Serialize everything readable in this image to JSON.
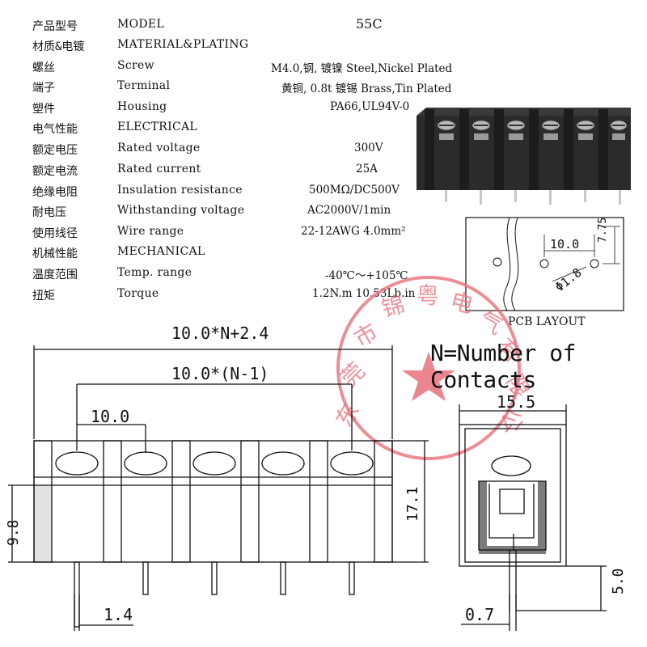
{
  "model_value": "55C",
  "specs": [
    {
      "cn": "产品型号",
      "en": "MODEL",
      "value": ""
    },
    {
      "cn": "材质&电镀",
      "en": "MATERIAL&PLATING",
      "value": ""
    },
    {
      "cn": "螺丝",
      "en": "Screw",
      "value": "M4.0,钢, 镀镍 Steel,Nickel Plated"
    },
    {
      "cn": "端子",
      "en": "Terminal",
      "value": "黄铜, 0.8t 镀锡 Brass,Tin Plated"
    },
    {
      "cn": "塑件",
      "en": "Housing",
      "value": "PA66,UL94V-0"
    },
    {
      "cn": "电气性能",
      "en": "ELECTRICAL",
      "value": ""
    },
    {
      "cn": "额定电压",
      "en": "Rated voltage",
      "value": "300V"
    },
    {
      "cn": "额定电流",
      "en": "Rated current",
      "value": "25A"
    },
    {
      "cn": "绝缘电阻",
      "en": "Insulation resistance",
      "value": "500MΩ/DC500V"
    },
    {
      "cn": "耐电压",
      "en": "Withstanding voltage",
      "value": "AC2000V/1min"
    },
    {
      "cn": "使用线径",
      "en": "Wire range",
      "value": "22-12AWG 4.0mm²"
    },
    {
      "cn": "机械性能",
      "en": "MECHANICAL",
      "value": ""
    },
    {
      "cn": "温度范围",
      "en": "Temp. range",
      "value": "-40℃～+105℃"
    },
    {
      "cn": "扭矩",
      "en": "Torque",
      "value": "1.2N.m  10.53Lb.in"
    }
  ],
  "pcb_layout": {
    "label": "PCB LAYOUT",
    "pitch": "10.0",
    "offset": "7.75",
    "hole": "Φ1.8"
  },
  "legend": "N=Number of Contacts",
  "dims": {
    "overall": "10.0*N+2.4",
    "span": "10.0*(N-1)",
    "pitch": "10.0",
    "height_front": "9.8",
    "height_total": "17.1",
    "pin_width": "1.4",
    "depth": "15.5",
    "pin_length": "5.0",
    "pin_thickness": "0.7"
  },
  "colors": {
    "stamp": "#e8707a",
    "ink": "#111111",
    "housing": "#2a2a2a"
  }
}
